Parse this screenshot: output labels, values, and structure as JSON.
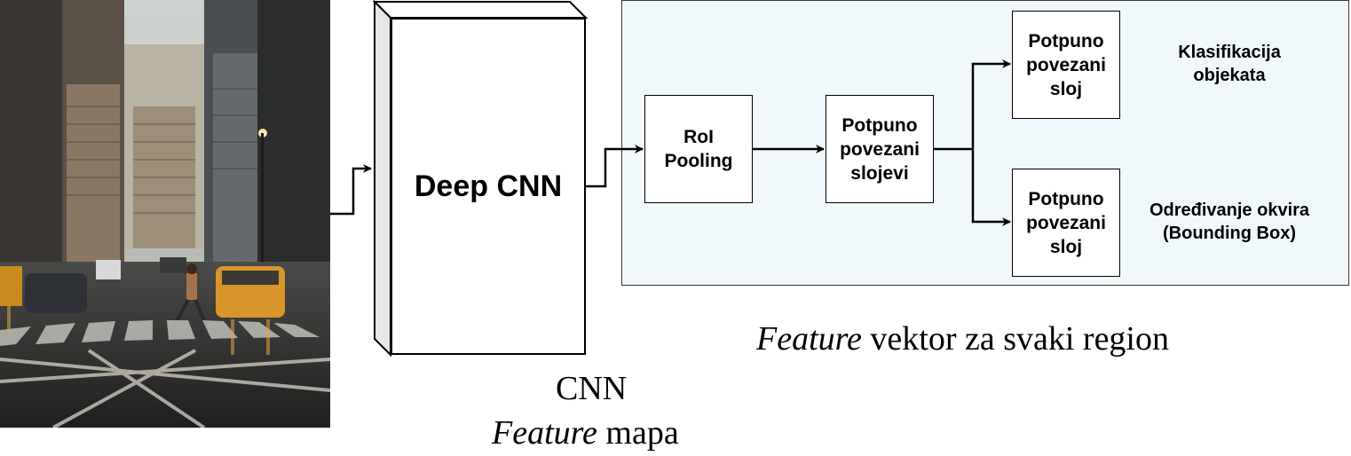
{
  "diagram": {
    "cnn_block_label": "Deep CNN",
    "cnn_caption_line1": "CNN",
    "cnn_caption_line2_italic": "Feature",
    "cnn_caption_line2_rest": " mapa",
    "roi_pooling_label": "RoI\nPooling",
    "fc_layers_label": "Potpuno\npovezani\nslojevi",
    "fc_layer_top_label": "Potpuno\npovezani\nsloj",
    "fc_layer_bottom_label": "Potpuno\npovezani\nsloj",
    "classification_label": "Klasifikacija\nobjekata",
    "bbox_label": "Određivanje okvira\n(Bounding Box)",
    "feature_vector_caption_italic": "Feature",
    "feature_vector_caption_rest": " vektor za svaki region"
  },
  "colors": {
    "panel_background": "#f1f8fb",
    "stroke": "#000000"
  },
  "icons": {
    "input_image": "city-street-photo"
  }
}
